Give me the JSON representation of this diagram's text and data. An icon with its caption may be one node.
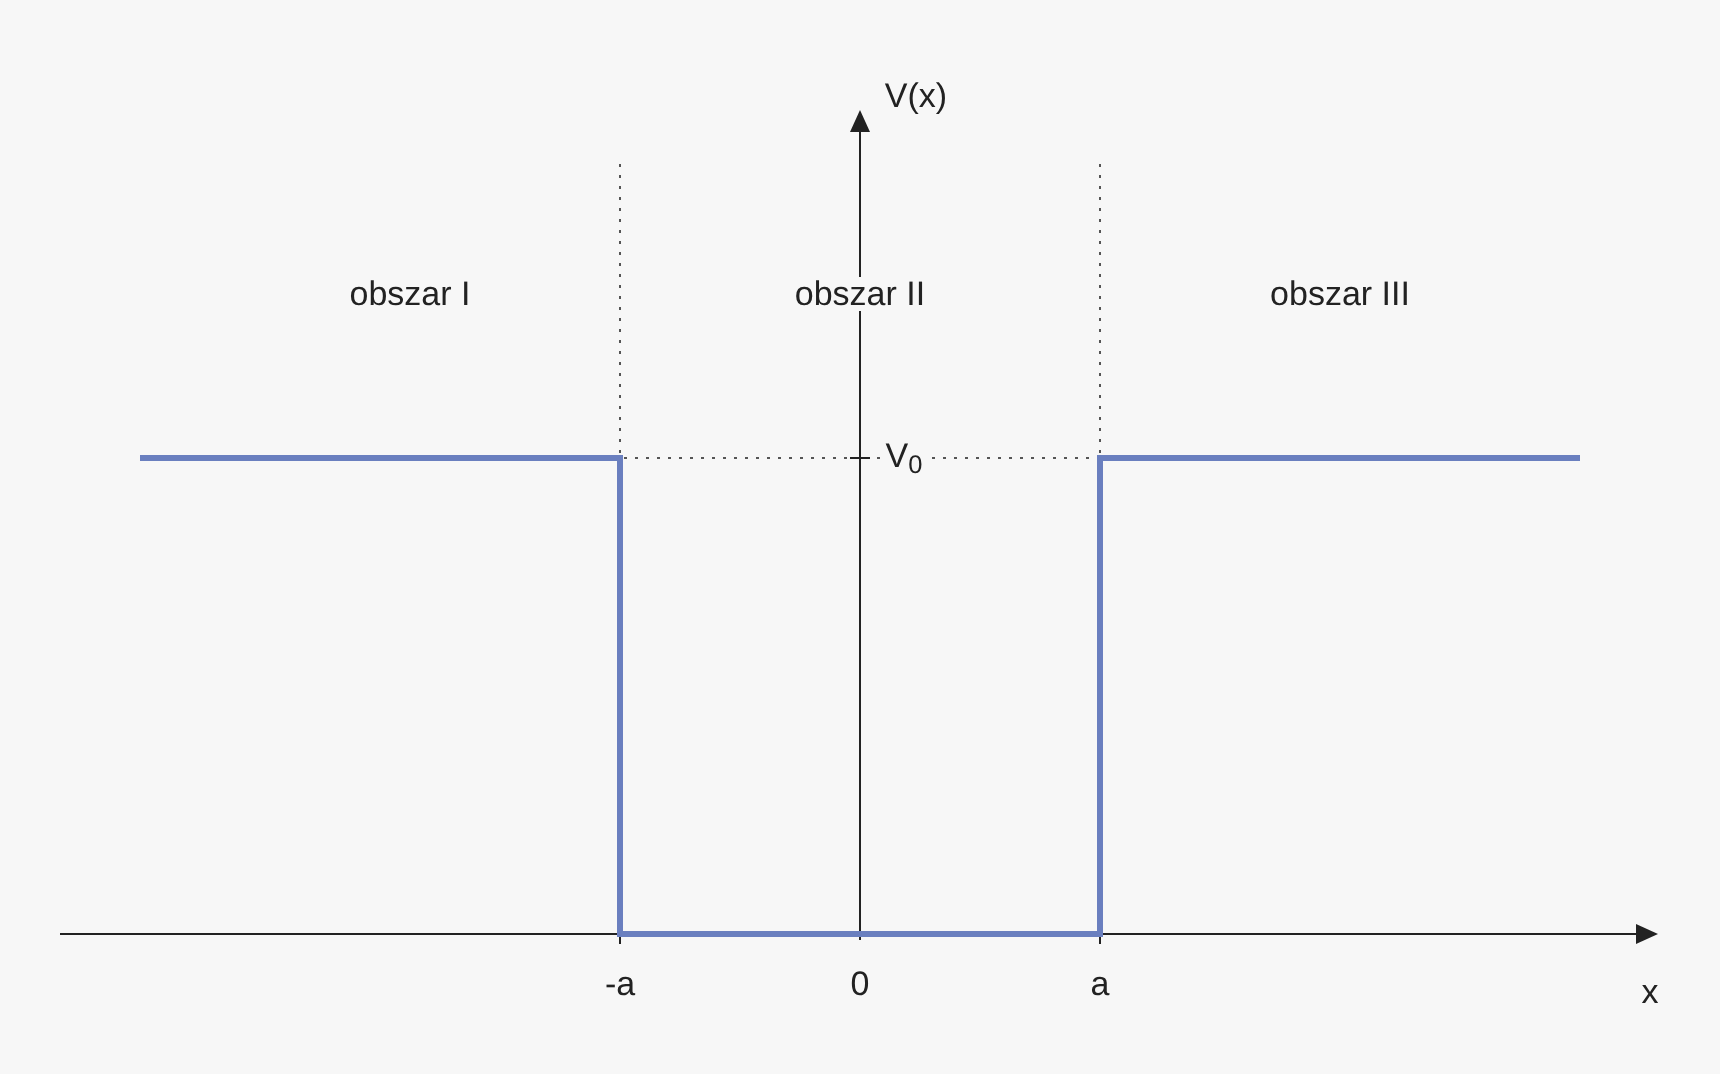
{
  "diagram": {
    "labels": [
      "V(x)",
      "obszar I",
      "obszar II",
      "obszar III",
      "V$_{0}$",
      "-a",
      "0",
      "a",
      "x"
    ]
  }
}
